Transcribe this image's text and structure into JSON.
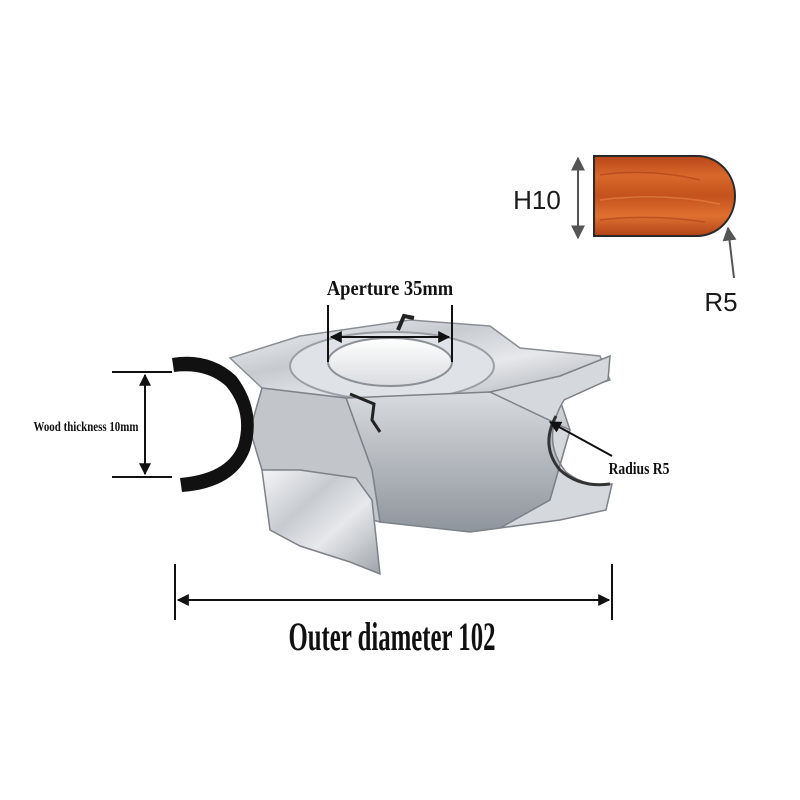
{
  "profile": {
    "height_label": "H10",
    "radius_label": "R5",
    "wood_color": "#c8561e"
  },
  "cutter": {
    "aperture_label": "Aperture 35mm",
    "wood_thickness_label": "Wood thickness 10mm",
    "radius_label": "Radius R5",
    "outer_diameter_label": "Outer diameter 102",
    "metal_color": "#c9cdd2",
    "edge_color": "#111111"
  }
}
